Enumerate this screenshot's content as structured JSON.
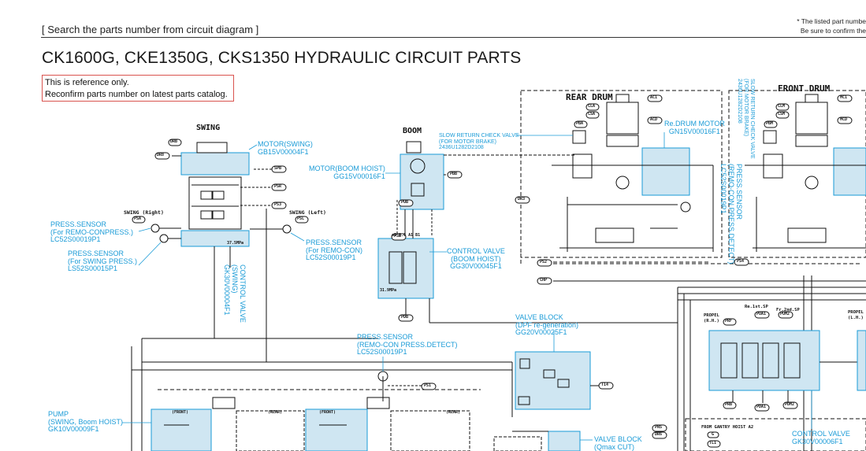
{
  "header": {
    "breadcrumb": "[ Search the parts number from circuit diagram ]",
    "note_line1": "* The listed part numbe",
    "note_line2": "Be sure to confirm the"
  },
  "page_title": "CK1600G, CKE1350G, CKS1350 HYDRAULIC CIRCUIT PARTS",
  "reference": {
    "line1": "This is reference only.",
    "line2": "Reconfirm parts number on latest parts catalog."
  },
  "sections": {
    "swing": "SWING",
    "boom": "BOOM",
    "rear_drum": "REAR DRUM",
    "front_drum": "FRONT DRUM",
    "swing_right": "SWING (Right)",
    "swing_left": "SWING (Left)"
  },
  "parts": {
    "motor_swing": {
      "l1": "MOTOR(SWING)",
      "l2": "GB15V00004F1"
    },
    "press_sensor_remo_conpress": {
      "l1": "PRESS.SENSOR",
      "l2": "(For REMO-CONPRESS.)",
      "l3": "LC52S00019P1"
    },
    "press_sensor_swing_press": {
      "l1": "PRESS.SENSOR",
      "l2": "(For SWING PRESS.)",
      "l3": "LS52S00015P1"
    },
    "press_sensor_remo_con": {
      "l1": "PRESS.SENSOR",
      "l2": "(For REMO-CON)",
      "l3": "LC52S00019P1"
    },
    "control_valve_swing": {
      "l1": "CONTROL VALVE",
      "l2": "(SWING)",
      "l3": "GK30V00004F1"
    },
    "slow_return_check_valve": {
      "l1": "SLOW RETURN CHECK VALVE",
      "l2": "(FOR MOTOR BRAKE)",
      "l3": "2436U1282D2108"
    },
    "motor_boom_hoist": {
      "l1": "MOTOR(BOOM HOIST)",
      "l2": "GG15V00016F1"
    },
    "control_valve_boom_hoist": {
      "l1": "CONTROL VALVE",
      "l2": "(BOOM HOIST)",
      "l3": "GG30V00045F1"
    },
    "re_drum_motor": {
      "l1": "Re.DRUM MOTOR",
      "l2": "GN15V00016F1"
    },
    "slow_return_check_valve_v": {
      "l1": "SLOW RETURN CHECK VALVE",
      "l2": "(FOR MOTOR BRAKE)",
      "l3": "2436U1282D2108"
    },
    "press_sensor_remo_con_detect_v": {
      "l1": "PRESS.SENSOR",
      "l2": "(REMO-CON PRESS.DETECT)",
      "l3": "LC52S00019P1"
    },
    "valve_block_dpf": {
      "l1": "VALVE BLOCK",
      "l2": "(DPF re-generation)",
      "l3": "GG20V00025F1"
    },
    "press_sensor_remo_con_detect": {
      "l1": "PRESS.SENSOR",
      "l2": "(REMO-CON PRESS.DETECT)",
      "l3": "LC52S00019P1"
    },
    "pump": {
      "l1": "PUMP",
      "l2": "(SWING, Boom HOIST)",
      "l3": "GK10V00009F1"
    },
    "valve_block_qmax": {
      "l1": "VALVE BLOCK",
      "l2": "(Qmax CUT)"
    },
    "control_valve_propel": {
      "l1": "CONTROL VALVE",
      "l2": "GK30V00006F1"
    }
  },
  "ports": {
    "drb": "DRB",
    "dr8": "DR8",
    "spb": "SPB",
    "psr": "PSR",
    "psl": "PSL",
    "ps3": "PS3",
    "psa": "PSA",
    "psb": "PSB",
    "pub": "PUB",
    "pdb": "PDB",
    "pbb": "PBB",
    "dr3": "DR3",
    "ps2": "PS2",
    "chp": "CHP",
    "ps4": "PS4",
    "ps1": "PS1",
    "t14": "T14",
    "ac1": "AC1",
    "acd": "ACD",
    "cla": "CLA",
    "csa": "CSA",
    "pba": "PBA",
    "mc1": "MC1",
    "mcd": "MCD",
    "clm": "CLM",
    "csm": "CSM",
    "pbm": "PBM",
    "prf": "PRF",
    "pua1": "PUA1",
    "pum2": "PUM2",
    "prb": "PRB",
    "pda1": "PDA1",
    "pdm2": "PDM2",
    "pns": "PNS",
    "dr6": "DR6",
    "g": "G",
    "tl1": "TL1"
  },
  "misc": {
    "propel_rh": "PROPEL (R.H.)",
    "propel_lh": "PROPEL (L.H.)",
    "re_1st_sp": "Re.1st.SP",
    "fr_2nd_sp": "Fr.2nd.SP",
    "from_gantry_hoist": "FROM GANTRY HOIST A2",
    "front": "(FRONT)",
    "rear": "(REAR)",
    "mpa_1": "37.5MPa",
    "mpa_2": "31.9MPa",
    "a1b1": "a1 0.0 A1 B1"
  }
}
